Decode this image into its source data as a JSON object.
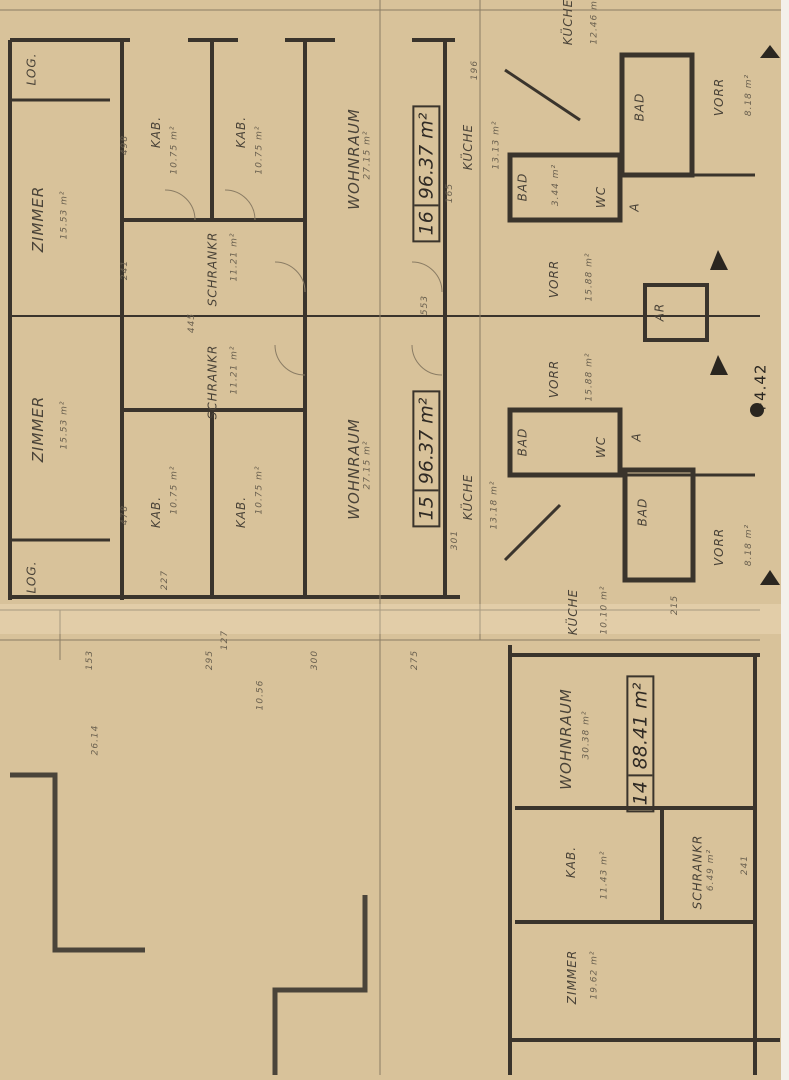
{
  "colors": {
    "paper": "#d8c29a",
    "ink": "#3a342c"
  },
  "units": [
    {
      "number": "16",
      "area": "96.37 m²"
    },
    {
      "number": "15",
      "area": "96.37 m²"
    },
    {
      "number": "14",
      "area": "88.41 m²"
    }
  ],
  "rooms": {
    "wohnraum": "WOHNRAUM",
    "wohnraum_area": "27.15 m²",
    "wohnraum14_area": "30.38 m²",
    "kueche": "KÜCHE",
    "kueche16_area": "13.13 m²",
    "kueche15_area": "13.18 m²",
    "kueche_top_area": "12.46 m²",
    "kueche14_area": "10.10 m²",
    "bad": "BAD",
    "bad_area": "3.44 m²",
    "wc": "WC",
    "vorr": "VORR",
    "vorr_area": "15.88 m²",
    "vorr_small_area": "8.18 m²",
    "schrankr": "SCHRANKR",
    "schrankr_area": "11.21 m²",
    "schrankr14_area": "6.49 m²",
    "kab": "KAB.",
    "kab_area": "10.75 m²",
    "kab14_area": "11.43 m²",
    "zimmer": "ZIMMER",
    "zimmer_area": "15.53 m²",
    "zimmer14_area": "19.62 m²",
    "log": "LOG.",
    "a": "A",
    "ar": "AR"
  },
  "level": "+4.42",
  "dimensions": [
    "553",
    "445",
    "241",
    "498",
    "478",
    "301",
    "196",
    "165",
    "153",
    "295",
    "300",
    "275",
    "10.56",
    "26.14",
    "227",
    "127",
    "241",
    "215"
  ]
}
